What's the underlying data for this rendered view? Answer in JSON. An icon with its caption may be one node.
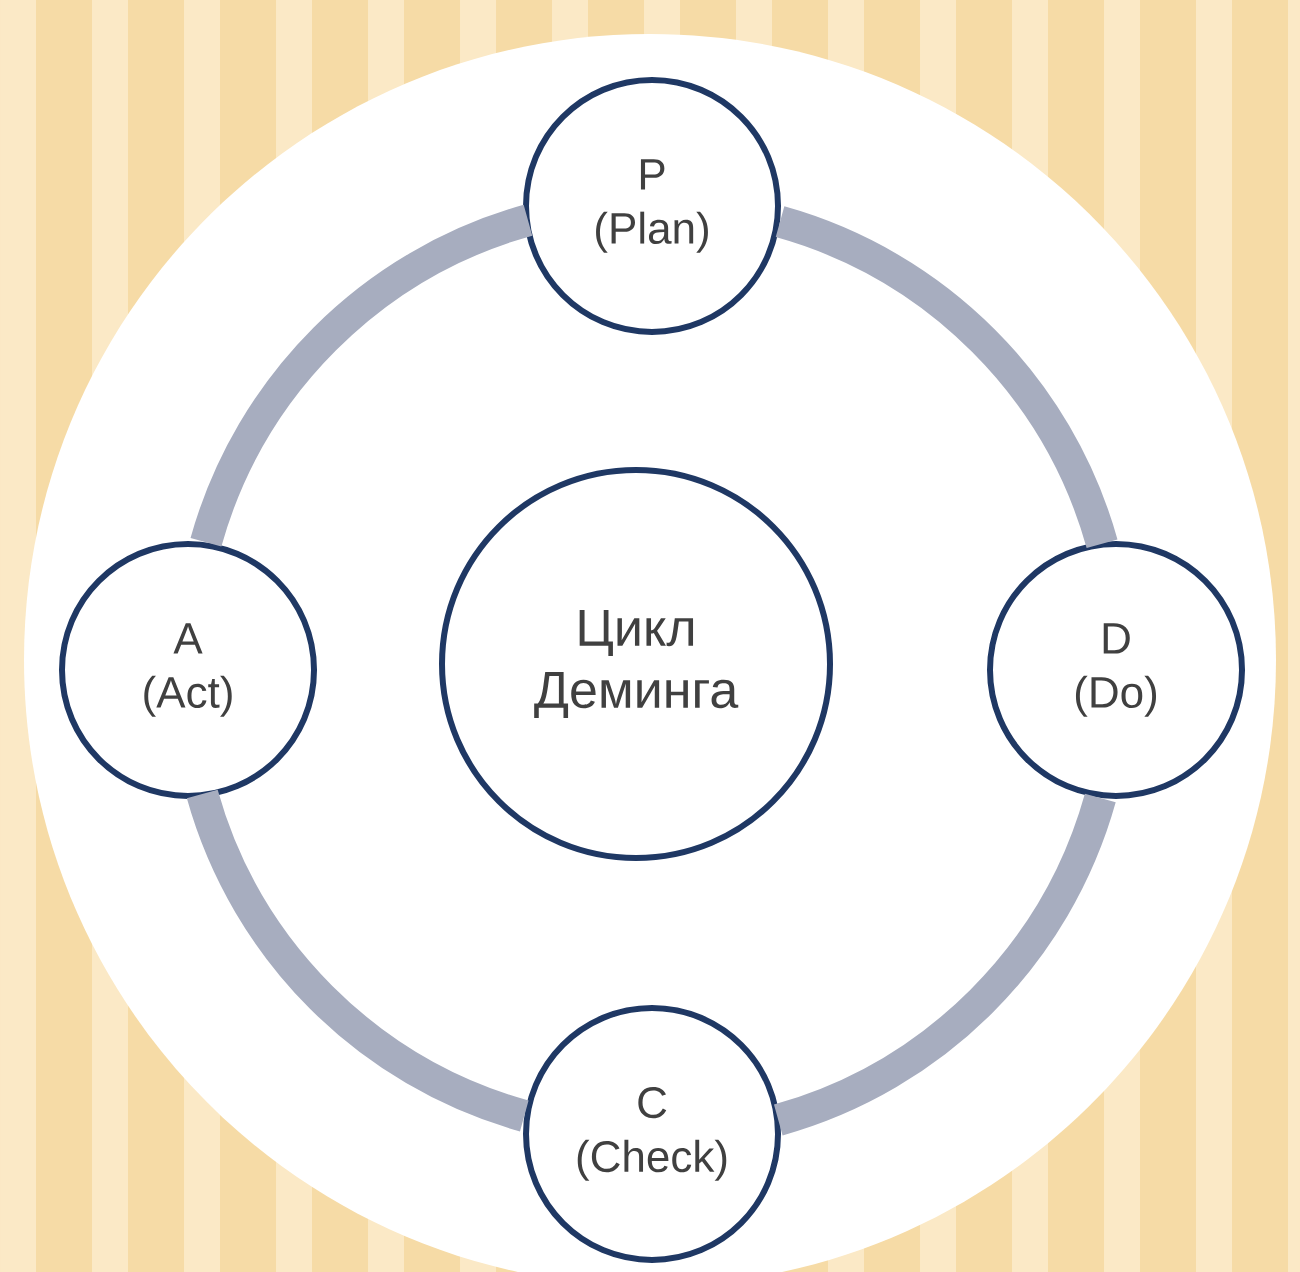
{
  "diagram": {
    "nodes": [
      {
        "text": [
          "Цикл Деминга"
        ]
      },
      {
        "text": [
          "P",
          "(Plan)"
        ]
      },
      {
        "text": [
          "D",
          "(Do)"
        ]
      },
      {
        "text": [
          "C",
          "(Check)"
        ]
      },
      {
        "text": [
          "A",
          "(Act)"
        ]
      }
    ],
    "edges": [
      {
        "from": 1,
        "to": 2,
        "arrow": "none"
      },
      {
        "from": 2,
        "to": 3,
        "arrow": "none"
      },
      {
        "from": 3,
        "to": 4,
        "arrow": "none"
      },
      {
        "from": 4,
        "to": 1,
        "arrow": "none"
      }
    ]
  }
}
